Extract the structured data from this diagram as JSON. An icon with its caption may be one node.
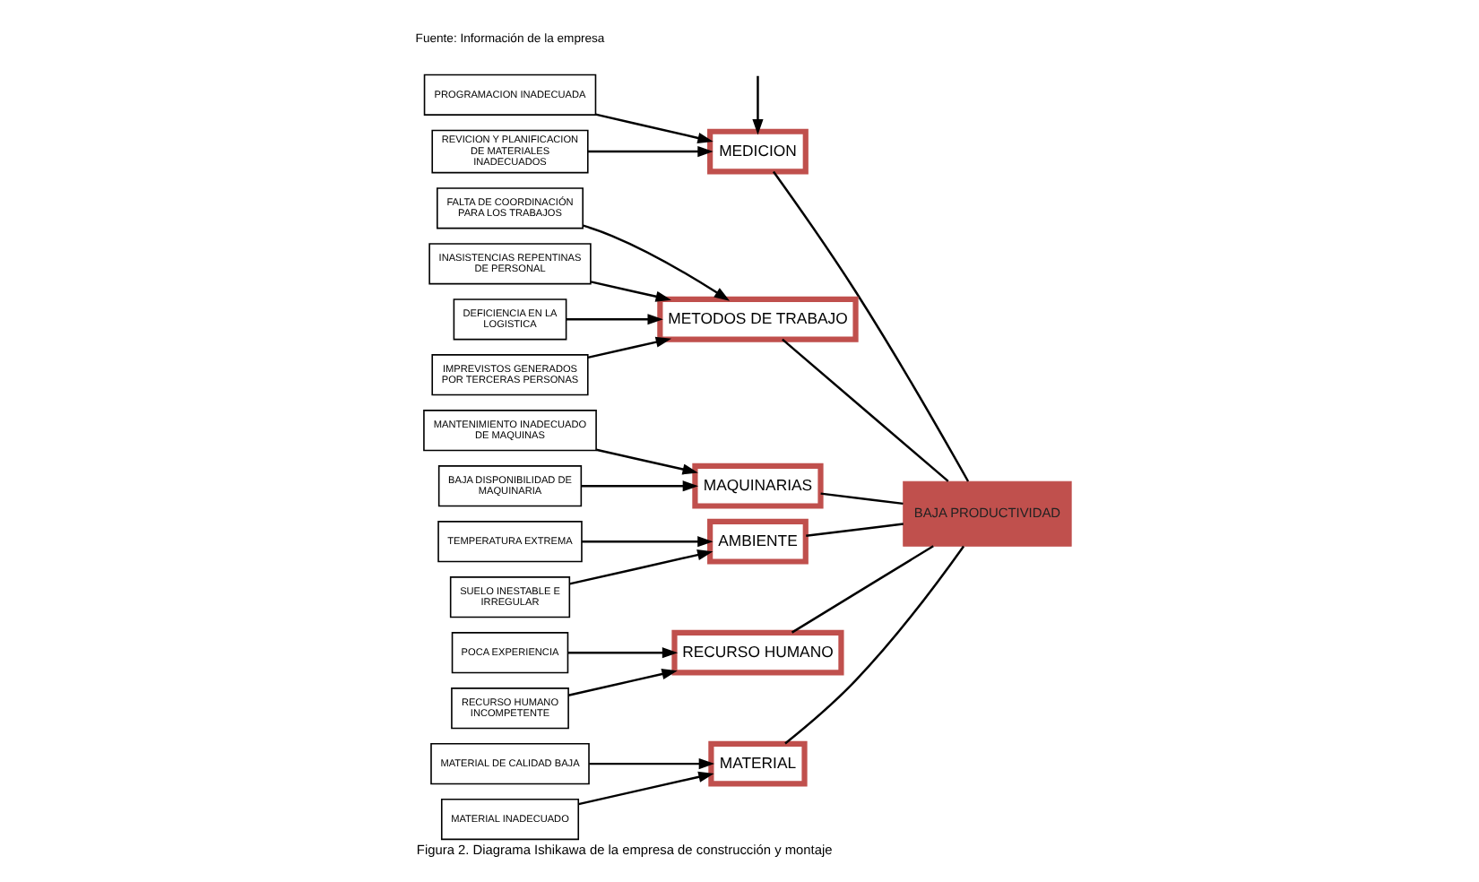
{
  "diagram": {
    "caption": "Figura 2. Diagrama Ishikawa de la empresa de construcción y montaje",
    "nodes": [
      {
        "text": [
          "MATERIAL"
        ]
      },
      {
        "text": [
          "MEDICION"
        ]
      },
      {
        "text": [
          "METODOS DE TRABAJO"
        ]
      },
      {
        "text": [
          "MAQUINARIAS"
        ]
      },
      {
        "text": [
          "AMBIENTE"
        ]
      },
      {
        "text": [
          "RECURSO HUMANO"
        ]
      },
      {
        "text": [
          "BAJA PRODUCTIVIDAD"
        ]
      },
      {
        "text": [
          "MATERIAL DE CALIDAD BAJA"
        ]
      },
      {
        "text": [
          "MATERIAL INADECUADO"
        ]
      },
      {
        "text": [
          "PROGRAMACION INADECUADA"
        ]
      },
      {
        "text": [
          "REVICION Y PLANIFICACION DE MATERIALES INADECUADOS"
        ]
      },
      {
        "text": [
          "FALTA DE COORDINACIÓN PARA LOS TRABAJOS"
        ]
      },
      {
        "text": [
          "INASISTENCIAS REPENTINAS DE PERSONAL"
        ]
      },
      {
        "text": [
          "DEFICIENCIA EN LA LOGISTICA"
        ]
      },
      {
        "text": [
          "IMPREVISTOS GENERADOS POR TERCERAS PERSONAS"
        ]
      },
      {
        "text": [
          "MANTENIMIENTO INADECUADO DE MAQUINAS"
        ]
      },
      {
        "text": [
          "BAJA DISPONIBILIDAD DE MAQUINARIA"
        ]
      },
      {
        "text": [
          "TEMPERATURA EXTREMA"
        ]
      },
      {
        "text": [
          "SUELO INESTABLE E IRREGULAR"
        ]
      },
      {
        "text": [
          "POCA EXPERIENCIA"
        ]
      },
      {
        "text": [
          "RECURSO HUMANO INCOMPETENTE"
        ]
      }
    ],
    "edges": [
      {
        "from": 0,
        "to": 6,
        "arrow": "none"
      },
      {
        "from": 1,
        "to": 6,
        "arrow": "none"
      },
      {
        "from": 2,
        "to": 6,
        "arrow": "none"
      },
      {
        "from": 3,
        "to": 6,
        "arrow": "none"
      },
      {
        "from": 4,
        "to": 6,
        "arrow": "none"
      },
      {
        "from": 5,
        "to": 6,
        "arrow": "none"
      },
      {
        "from": 7,
        "to": 0,
        "arrow": "to"
      },
      {
        "from": 8,
        "to": 0,
        "arrow": "to"
      },
      {
        "from": 9,
        "to": 1,
        "arrow": "to"
      },
      {
        "from": null,
        "to": 1,
        "arrow": "to"
      },
      {
        "from": 10,
        "to": 1,
        "arrow": "to"
      },
      {
        "from": 11,
        "to": 2,
        "arrow": "to"
      },
      {
        "from": 12,
        "to": 2,
        "arrow": "to"
      },
      {
        "from": 13,
        "to": 2,
        "arrow": "to"
      },
      {
        "from": 14,
        "to": 2,
        "arrow": "to"
      },
      {
        "from": 15,
        "to": 3,
        "arrow": "to"
      },
      {
        "from": 16,
        "to": 3,
        "arrow": "to"
      },
      {
        "from": 17,
        "to": 4,
        "arrow": "to"
      },
      {
        "from": 18,
        "to": 4,
        "arrow": "to"
      },
      {
        "from": 19,
        "to": 5,
        "arrow": "to"
      },
      {
        "from": 20,
        "to": 5,
        "arrow": "to"
      }
    ],
    "labels": [
      "Fuente: Información de la empresa"
    ]
  }
}
